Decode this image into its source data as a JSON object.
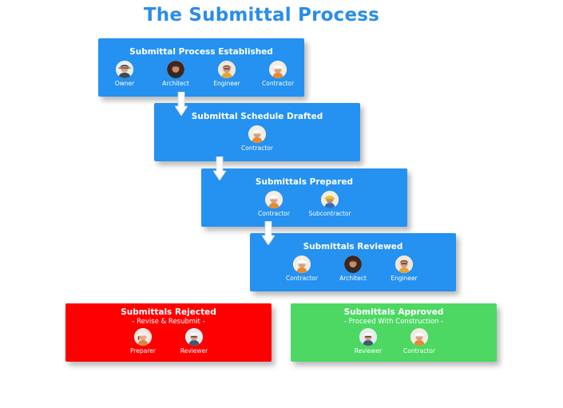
{
  "title": "The Submittal Process",
  "steps": [
    {
      "title": "Submittal Process Established",
      "roles": [
        {
          "label": "Owner",
          "icon": "owner-avatar-icon"
        },
        {
          "label": "Architect",
          "icon": "architect-avatar-icon"
        },
        {
          "label": "Engineer",
          "icon": "engineer-avatar-icon"
        },
        {
          "label": "Contractor",
          "icon": "contractor-avatar-icon"
        }
      ]
    },
    {
      "title": "Submittal Schedule Drafted",
      "roles": [
        {
          "label": "Contractor",
          "icon": "contractor-avatar-icon"
        }
      ]
    },
    {
      "title": "Submittals Prepared",
      "roles": [
        {
          "label": "Contractor",
          "icon": "contractor-avatar-icon"
        },
        {
          "label": "Subcontractor",
          "icon": "subcontractor-avatar-icon"
        }
      ]
    },
    {
      "title": "Submittals Reviewed",
      "roles": [
        {
          "label": "Contractor",
          "icon": "contractor-avatar-icon"
        },
        {
          "label": "Architect",
          "icon": "architect-avatar-icon"
        },
        {
          "label": "Engineer",
          "icon": "engineer-avatar-icon"
        }
      ]
    }
  ],
  "outcomes": {
    "rejected": {
      "title": "Submittals Rejected",
      "subtitle": "- Revise & Resubmit -",
      "roles": [
        {
          "label": "Preparer",
          "icon": "preparer-avatar-icon"
        },
        {
          "label": "Reviewer",
          "icon": "reviewer-avatar-icon"
        }
      ]
    },
    "approved": {
      "title": "Submittals Approved",
      "subtitle": "- Proceed With Construction -",
      "roles": [
        {
          "label": "Reviewer",
          "icon": "reviewer-avatar-icon"
        },
        {
          "label": "Contractor",
          "icon": "contractor-avatar-icon"
        }
      ]
    }
  },
  "colors": {
    "title": "#2a8de8",
    "step": "#2591f0",
    "rejected": "#ff0000",
    "approved": "#4cd863"
  }
}
